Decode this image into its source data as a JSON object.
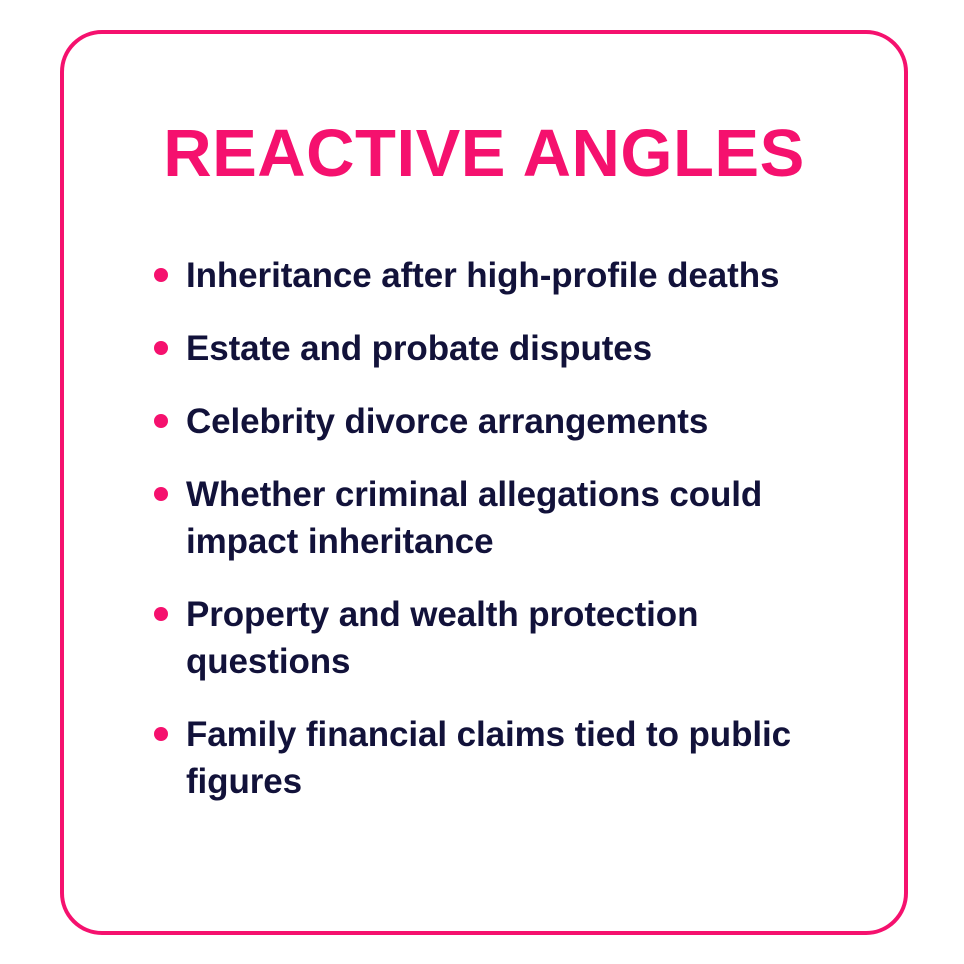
{
  "colors": {
    "background": "#ffffff",
    "card_background": "#ffffff",
    "accent_pink": "#F5116E",
    "border_pink": "#F5116E",
    "bullet_pink": "#F5116E",
    "text_navy": "#12123A"
  },
  "card": {
    "title": "REACTIVE ANGLES",
    "items": [
      {
        "text": "Inheritance after high-profile deaths"
      },
      {
        "text": "Estate and probate disputes"
      },
      {
        "text": "Celebrity divorce arrangements"
      },
      {
        "text": "Whether criminal allegations could impact inheritance"
      },
      {
        "text": "Property and wealth protection questions"
      },
      {
        "text": "Family financial claims tied to public figures"
      }
    ]
  }
}
